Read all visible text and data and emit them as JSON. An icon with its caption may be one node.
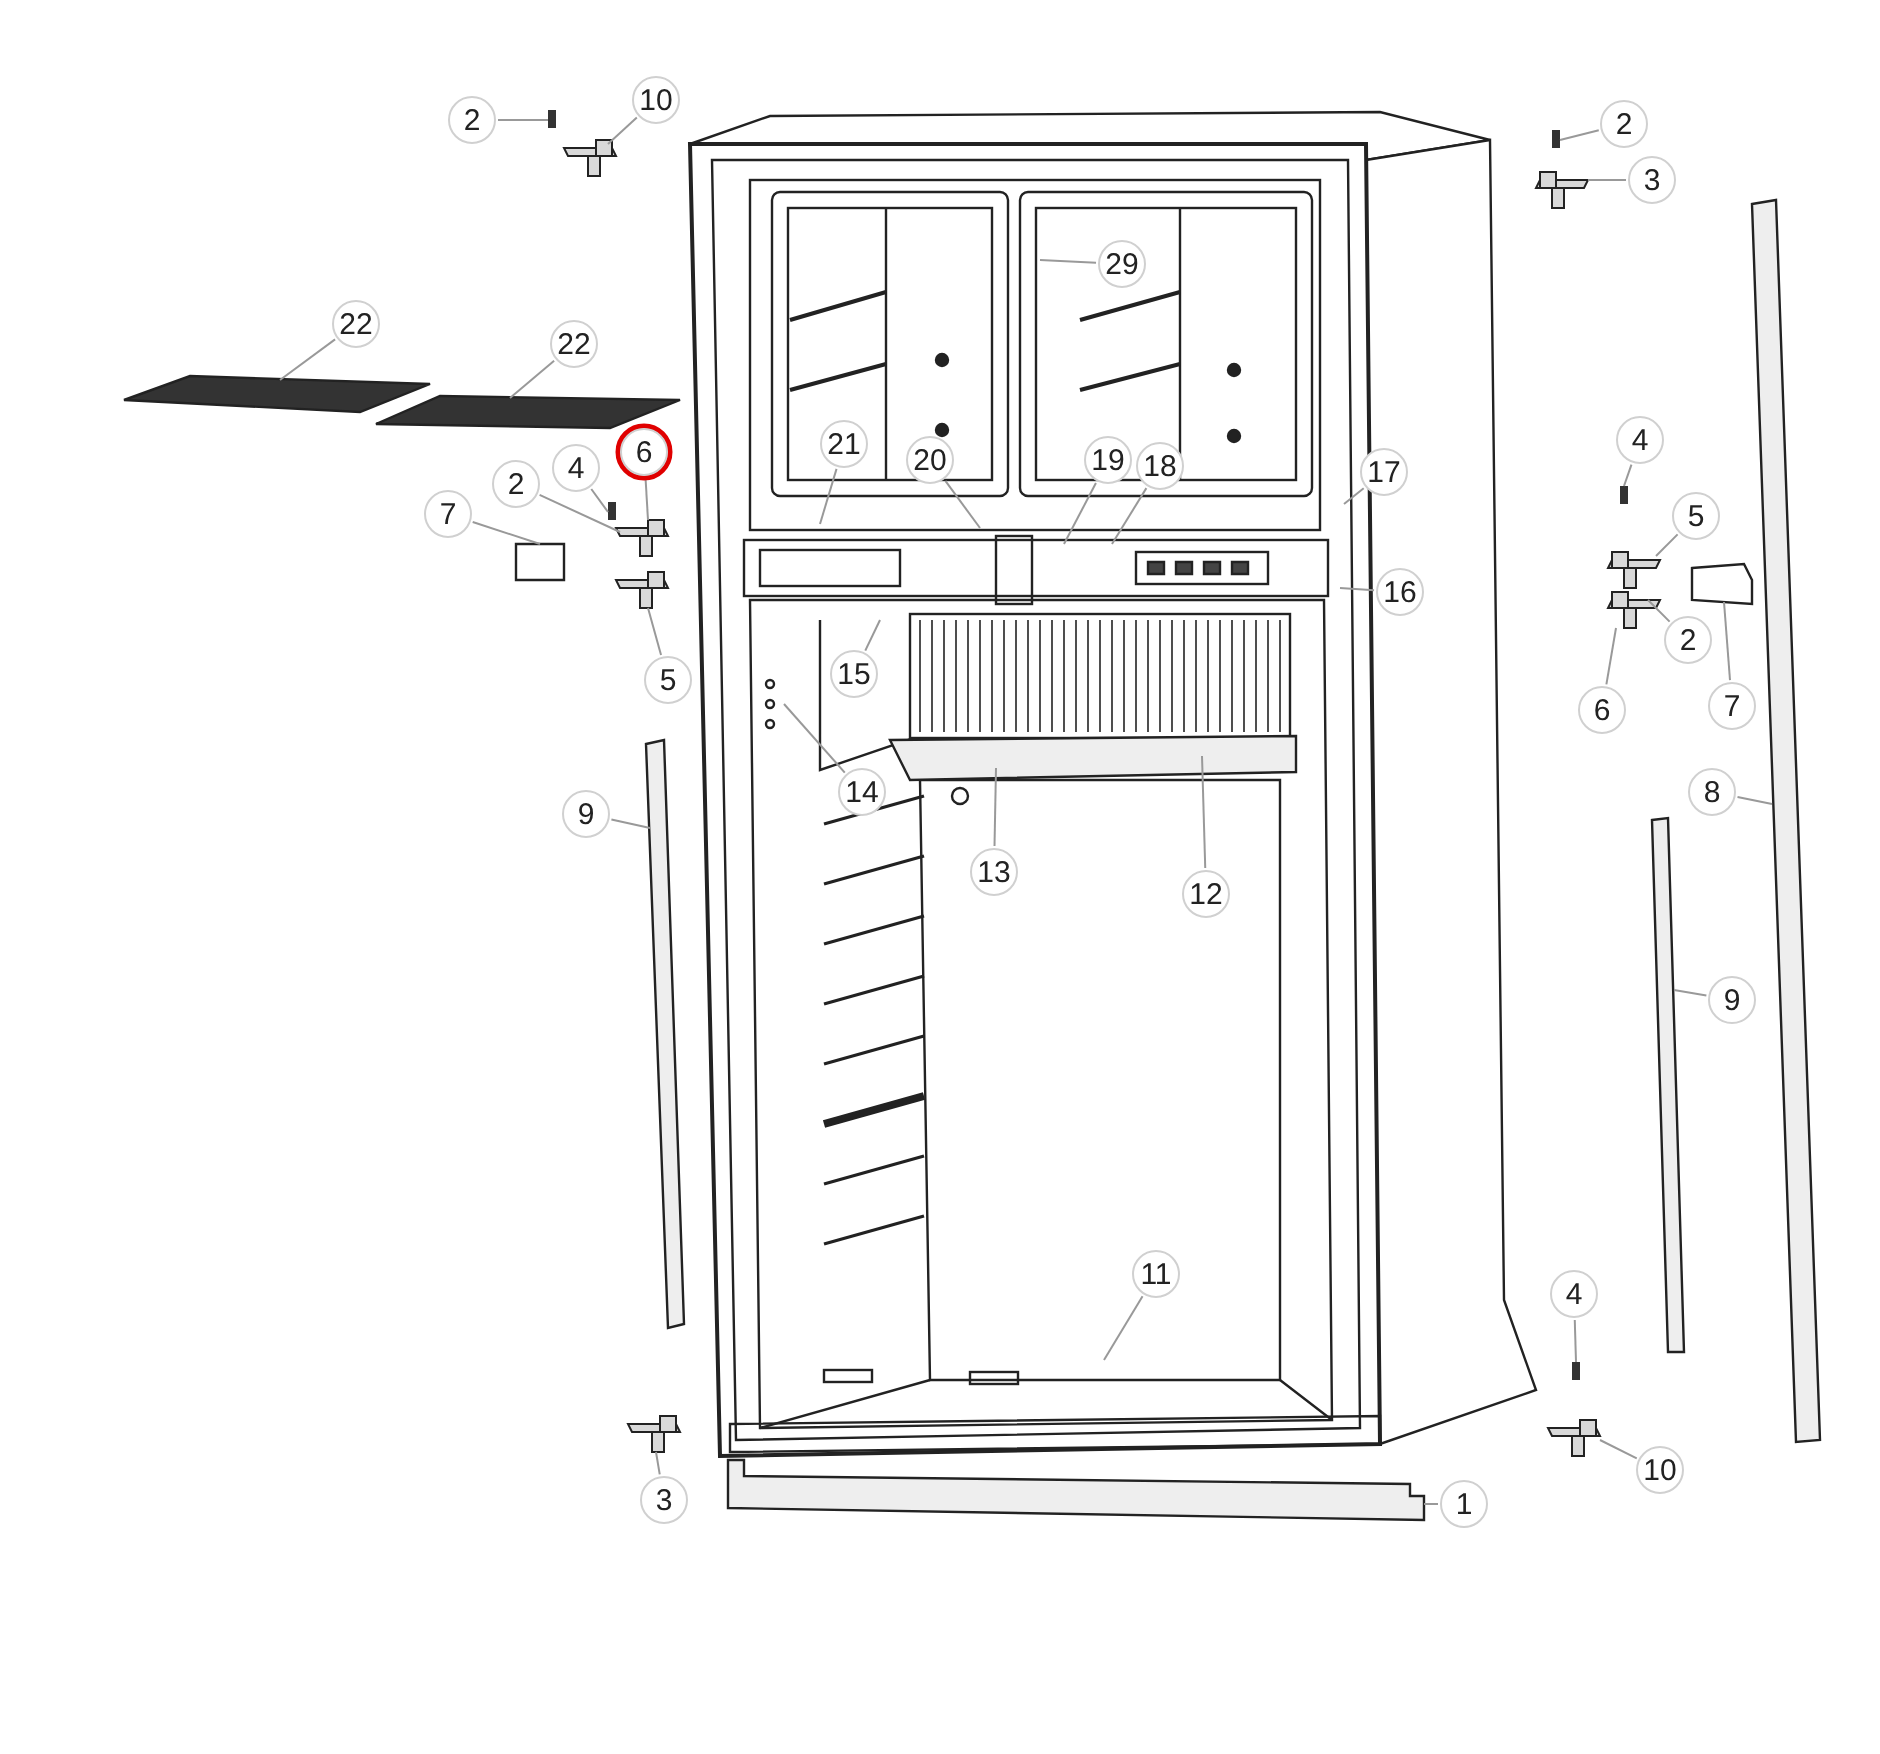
{
  "diagram": {
    "nodes": [
      {
        "text": [
          "2"
        ]
      },
      {
        "text": [
          "10"
        ]
      },
      {
        "text": [
          "2"
        ]
      },
      {
        "text": [
          "3"
        ]
      },
      {
        "text": [
          "22"
        ]
      },
      {
        "text": [
          "22"
        ]
      },
      {
        "text": [
          "6"
        ]
      },
      {
        "text": [
          "4"
        ]
      },
      {
        "text": [
          "2"
        ]
      },
      {
        "text": [
          "7"
        ]
      },
      {
        "text": [
          "5"
        ]
      },
      {
        "text": [
          "21"
        ]
      },
      {
        "text": [
          "20"
        ]
      },
      {
        "text": [
          "19"
        ]
      },
      {
        "text": [
          "18"
        ]
      },
      {
        "text": [
          "29"
        ]
      },
      {
        "text": [
          "17"
        ]
      },
      {
        "text": [
          "16"
        ]
      },
      {
        "text": [
          "15"
        ]
      },
      {
        "text": [
          "14"
        ]
      },
      {
        "text": [
          "13"
        ]
      },
      {
        "text": [
          "12"
        ]
      },
      {
        "text": [
          "4"
        ]
      },
      {
        "text": [
          "5"
        ]
      },
      {
        "text": [
          "2"
        ]
      },
      {
        "text": [
          "6"
        ]
      },
      {
        "text": [
          "7"
        ]
      },
      {
        "text": [
          "8"
        ]
      },
      {
        "text": [
          "9"
        ]
      },
      {
        "text": [
          "9"
        ]
      },
      {
        "text": [
          "11"
        ]
      },
      {
        "text": [
          "4"
        ]
      },
      {
        "text": [
          "10"
        ]
      },
      {
        "text": [
          "3"
        ]
      },
      {
        "text": [
          "1"
        ]
      },
      {
        "text": [],
        "shape": "box"
      },
      {
        "text": [],
        "shape": "picture"
      },
      {
        "text": [],
        "shape": "box"
      },
      {
        "text": [],
        "shape": "picture"
      },
      {
        "text": [],
        "shape": "picture"
      },
      {
        "text": [],
        "shape": "picture"
      },
      {
        "text": [],
        "shape": "box"
      },
      {
        "text": [],
        "shape": "picture"
      },
      {
        "text": [],
        "shape": "picture"
      },
      {
        "text": [],
        "shape": "box"
      },
      {
        "text": [],
        "shape": "box"
      },
      {
        "text": [],
        "shape": "picture"
      },
      {
        "text": [],
        "shape": "picture"
      },
      {
        "text": [],
        "shape": "box"
      },
      {
        "text": [],
        "shape": "bar"
      },
      {
        "text": [],
        "shape": "bar"
      },
      {
        "text": [],
        "shape": "bar"
      },
      {
        "text": [],
        "shape": "box"
      },
      {
        "text": [],
        "shape": "picture"
      },
      {
        "text": [],
        "shape": "picture"
      },
      {
        "text": [],
        "shape": "bar"
      }
    ],
    "edges": [
      {
        "from": 0,
        "to": 35,
        "arrow": "none"
      },
      {
        "from": 1,
        "to": 36,
        "arrow": "none"
      },
      {
        "from": 2,
        "to": 37,
        "arrow": "none"
      },
      {
        "from": 3,
        "to": 38,
        "arrow": "none"
      },
      {
        "from": 4,
        "to": 39,
        "arrow": "none"
      },
      {
        "from": 5,
        "to": 40,
        "arrow": "none"
      },
      {
        "from": 6,
        "to": 42,
        "arrow": "none"
      },
      {
        "from": 7,
        "to": 41,
        "arrow": "none"
      },
      {
        "from": 8,
        "to": 42,
        "arrow": "none"
      },
      {
        "from": 9,
        "to": 44,
        "arrow": "none"
      },
      {
        "from": 10,
        "to": 43,
        "arrow": "none"
      },
      {
        "from": 11,
        "to": null,
        "arrow": "none"
      },
      {
        "from": 12,
        "to": null,
        "arrow": "none"
      },
      {
        "from": 13,
        "to": null,
        "arrow": "none"
      },
      {
        "from": 14,
        "to": null,
        "arrow": "none"
      },
      {
        "from": 15,
        "to": null,
        "arrow": "none"
      },
      {
        "from": 16,
        "to": null,
        "arrow": "none"
      },
      {
        "from": 17,
        "to": null,
        "arrow": "none"
      },
      {
        "from": 18,
        "to": null,
        "arrow": "none"
      },
      {
        "from": 19,
        "to": null,
        "arrow": "none"
      },
      {
        "from": 20,
        "to": null,
        "arrow": "none"
      },
      {
        "from": 21,
        "to": null,
        "arrow": "none"
      },
      {
        "from": 22,
        "to": 45,
        "arrow": "none"
      },
      {
        "from": 23,
        "to": 46,
        "arrow": "none"
      },
      {
        "from": 24,
        "to": 47,
        "arrow": "none"
      },
      {
        "from": 25,
        "to": 47,
        "arrow": "none"
      },
      {
        "from": 26,
        "to": 48,
        "arrow": "none"
      },
      {
        "from": 27,
        "to": 49,
        "arrow": "none"
      },
      {
        "from": 28,
        "to": 50,
        "arrow": "none"
      },
      {
        "from": 29,
        "to": 51,
        "arrow": "none"
      },
      {
        "from": 30,
        "to": null,
        "arrow": "none"
      },
      {
        "from": 31,
        "to": 52,
        "arrow": "none"
      },
      {
        "from": 32,
        "to": 53,
        "arrow": "none"
      },
      {
        "from": 33,
        "to": 54,
        "arrow": "none"
      },
      {
        "from": 34,
        "to": 55,
        "arrow": "none"
      }
    ]
  }
}
